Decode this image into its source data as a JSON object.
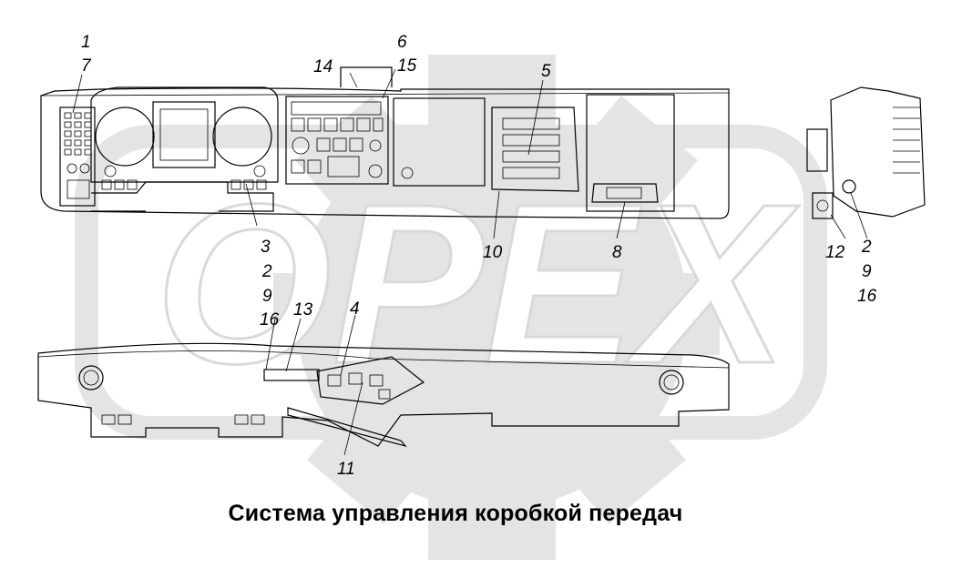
{
  "caption": "Система управления коробкой передач",
  "watermark": {
    "text": "OPEX",
    "color": "#e4e4e4"
  },
  "callouts": [
    "1",
    "7",
    "14",
    "6",
    "15",
    "5",
    "3",
    "10",
    "8",
    "2",
    "9",
    "16",
    "12",
    "2",
    "9",
    "16",
    "13",
    "4",
    "11"
  ]
}
